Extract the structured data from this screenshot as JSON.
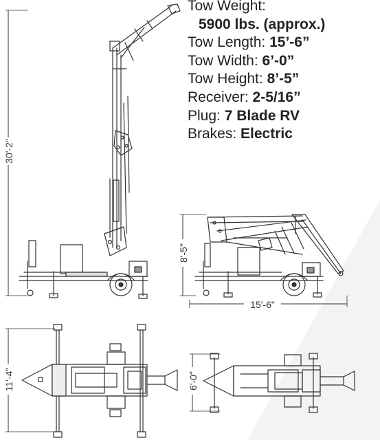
{
  "specs": {
    "tow_weight_label": "Tow Weight:",
    "tow_weight_value": "5900 lbs. (approx.)",
    "tow_length_label": "Tow Length: ",
    "tow_length_value": "15’-6”",
    "tow_width_label": "Tow Width: ",
    "tow_width_value": "6’-0”",
    "tow_height_label": "Tow Height: ",
    "tow_height_value": "8’-5”",
    "receiver_label": "Receiver: ",
    "receiver_value": "2-5/16”",
    "plug_label": "Plug: ",
    "plug_value": "7 Blade RV",
    "brakes_label": "Brakes: ",
    "brakes_value": "Electric"
  },
  "dimensions": {
    "extended_height": "30'-2\"",
    "stowed_height": "8'-5\"",
    "stowed_length": "15'-6\"",
    "extended_width": "11'-4\"",
    "stowed_width": "6'-0\""
  },
  "colors": {
    "line": "#333333",
    "shade": "#f2f2f2",
    "text": "#222222"
  }
}
